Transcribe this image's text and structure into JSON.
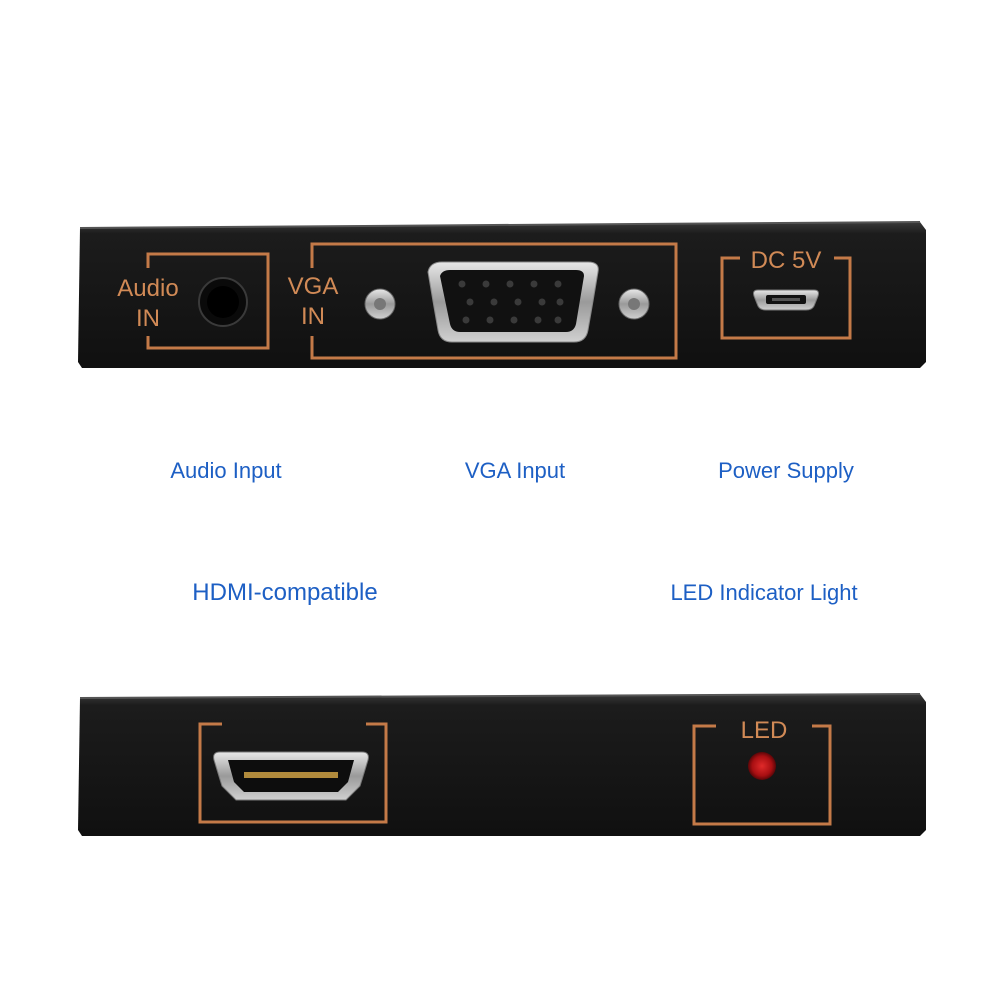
{
  "colors": {
    "panel": "#171717",
    "outline": "#c47a48",
    "label": "#d18a56",
    "callout": "#1d5fc4",
    "led": "#c4161c"
  },
  "top_panel": {
    "audio_label_line1": "Audio",
    "audio_label_line2": "IN",
    "vga_label_line1": "VGA",
    "vga_label_line2": "IN",
    "dc_label": "DC 5V"
  },
  "bottom_panel": {
    "led_label": "LED"
  },
  "callouts": {
    "audio_input": "Audio Input",
    "vga_input": "VGA Input",
    "power_supply": "Power Supply",
    "hdmi": "HDMI-compatible",
    "led_light": "LED Indicator Light"
  },
  "icons": [
    "audio-jack-icon",
    "vga-port-icon",
    "micro-usb-port-icon",
    "hdmi-port-icon",
    "led-icon"
  ]
}
